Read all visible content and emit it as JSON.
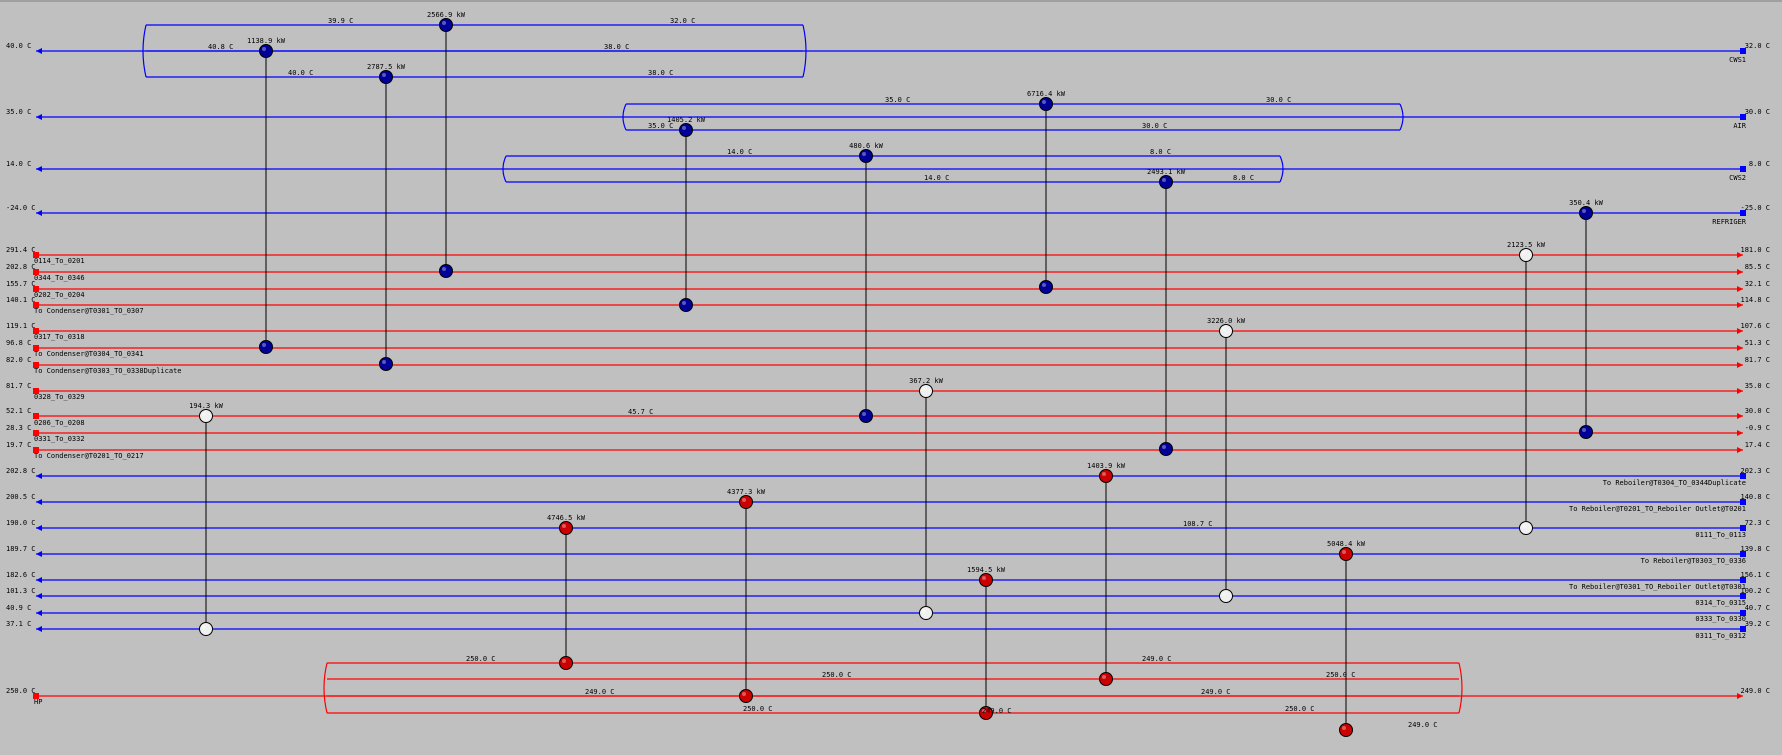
{
  "colors": {
    "background": "#c0c0c0",
    "cold_stream": "#0000ff",
    "hot_stream": "#ff0000",
    "cooler_node": "#000099",
    "heater_node": "#cc0000",
    "exchanger_node": "#f0f0f0",
    "link": "#000000"
  },
  "cold_utilities": [
    {
      "name": "CWS1",
      "t_in": "32.0 C",
      "t_out": "40.0 C"
    },
    {
      "name": "AIR",
      "t_in": "30.0 C",
      "t_out": "35.0 C"
    },
    {
      "name": "CWS2",
      "t_in": "8.0 C",
      "t_out": "14.0 C"
    },
    {
      "name": "REFRIGER",
      "t_in": "-25.0 C",
      "t_out": "-24.0 C"
    }
  ],
  "hot_streams": [
    {
      "name": "",
      "t_in": "291.4 C",
      "t_out": "181.0 C"
    },
    {
      "name": "0114_To_0201",
      "t_in": "202.8 C",
      "t_out": "85.5 C"
    },
    {
      "name": "0344_To_0346",
      "t_in": "155.7 C",
      "t_out": "32.1 C"
    },
    {
      "name": "0202_To_0204",
      "t_in": "140.1 C",
      "t_out": "114.8 C"
    },
    {
      "name": "To Condenser@T0301_TO_0307",
      "t_in": "119.1 C",
      "t_out": "107.6 C"
    },
    {
      "name": "0317_To_0318",
      "t_in": "96.8 C",
      "t_out": "51.3 C"
    },
    {
      "name": "To Condenser@T0304_TO_0341",
      "t_in": "82.0 C",
      "t_out": "81.7 C"
    },
    {
      "name": "To Condenser@T0303_TO_0338Duplicate",
      "t_in": "81.7 C",
      "t_out": "35.0 C"
    },
    {
      "name": "0328_To_0329",
      "t_in": "52.1 C",
      "t_out": "30.0 C"
    },
    {
      "name": "0206_To_0208",
      "t_in": "28.3 C",
      "t_out": "-0.9 C"
    },
    {
      "name": "0331_To_0332",
      "t_in": "19.7 C",
      "t_out": "17.4 C"
    },
    {
      "name": "To Condenser@T0201_TO_0217",
      "t_in": "",
      "t_out": ""
    }
  ],
  "cold_streams": [
    {
      "name": "To Reboiler@T0304_TO_0344Duplicate",
      "t_in": "202.3 C",
      "t_out": "202.8 C"
    },
    {
      "name": "To Reboiler@T0201_TO_Reboiler Outlet@T0201",
      "t_in": "140.8 C",
      "t_out": "200.5 C"
    },
    {
      "name": "0111_To_0113",
      "t_in": "72.3 C",
      "t_out": "190.0 C"
    },
    {
      "name": "To Reboiler@T0303_TO_0336",
      "t_in": "139.8 C",
      "t_out": "189.7 C"
    },
    {
      "name": "",
      "t_in": "156.1 C",
      "t_out": "182.6 C"
    },
    {
      "name": "To Reboiler@T0301_TO_Reboiler Outlet@T0301",
      "t_in": "100.2 C",
      "t_out": "101.3 C"
    },
    {
      "name": "0314_To_0315",
      "t_in": "40.7 C",
      "t_out": "40.9 C"
    },
    {
      "name": "0333_To_0330",
      "t_in": "39.2 C",
      "t_out": "37.1 C"
    },
    {
      "name": "0311_To_0312",
      "t_in": "",
      "t_out": ""
    }
  ],
  "hot_utility": {
    "name": "HP",
    "t_in": "250.0 C",
    "t_out": "249.0 C"
  },
  "split_temps": {
    "cws1": [
      "39.9 C",
      "32.0 C",
      "40.8 C",
      "38.0 C",
      "40.0 C",
      "38.0 C"
    ],
    "air": [
      "35.0 C",
      "30.0 C",
      "35.0 C",
      "30.0 C"
    ],
    "cws2": [
      "14.0 C",
      "8.0 C",
      "14.0 C",
      "8.0 C"
    ],
    "hp": [
      "250.0 C",
      "249.0 C",
      "250.0 C",
      "250.0 C",
      "249.0 C",
      "249.0 C",
      "250.0 C",
      "250.0 C",
      "249.0 C",
      "249.0 C"
    ],
    "mid_hot": "45.7 C",
    "mid_cold": "108.7 C"
  },
  "coolers": [
    {
      "duty": "1138.9 kW"
    },
    {
      "duty": "2787.5 kW"
    },
    {
      "duty": "2566.9 kW"
    },
    {
      "duty": "1405.2 kW"
    },
    {
      "duty": "480.6 kW"
    },
    {
      "duty": "6716.4 kW"
    },
    {
      "duty": "2493.1 kW"
    },
    {
      "duty": "350.4 kW"
    }
  ],
  "exchangers": [
    {
      "duty": "194.3 kW"
    },
    {
      "duty": "367.2 kW"
    },
    {
      "duty": "3226.0 kW"
    },
    {
      "duty": "2123.5 kW"
    }
  ],
  "heaters": [
    {
      "duty": "4746.5 kW"
    },
    {
      "duty": "4377.3 kW"
    },
    {
      "duty": "1594.5 kW"
    },
    {
      "duty": "1403.9 kW"
    },
    {
      "duty": "5048.4 kW"
    }
  ]
}
